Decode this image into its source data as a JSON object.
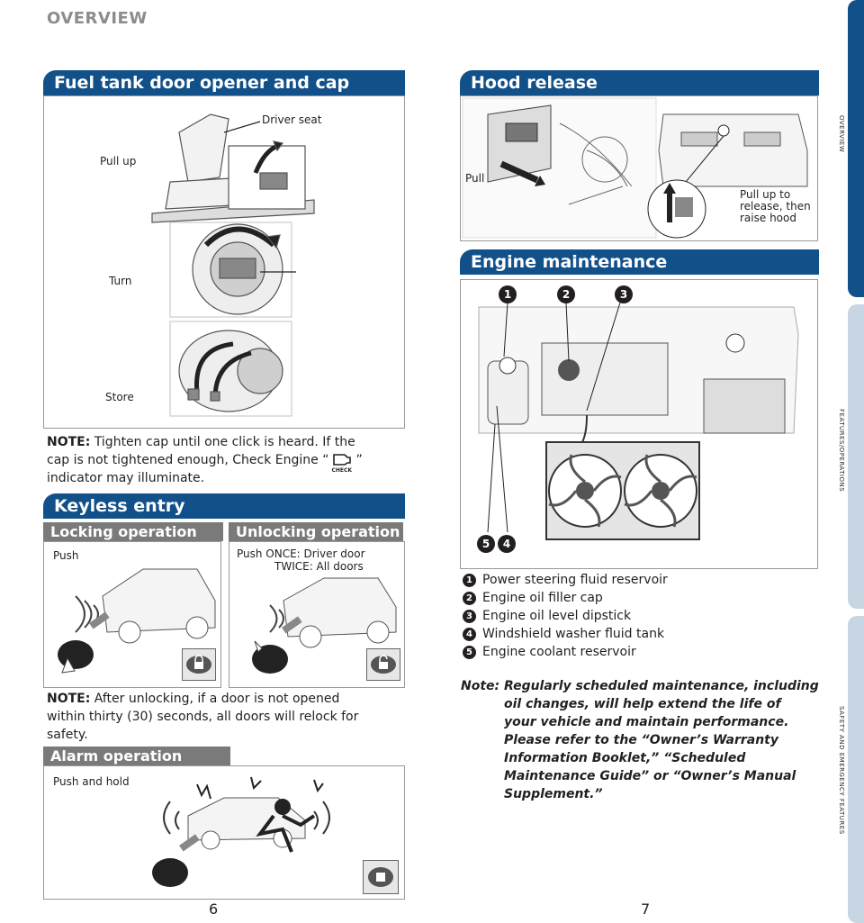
{
  "header": {
    "title": "OVERVIEW"
  },
  "fuel": {
    "title": "Fuel tank door opener and cap",
    "labels": {
      "driver_seat": "Driver seat",
      "pull_up": "Pull up",
      "turn": "Turn",
      "store": "Store"
    },
    "note": {
      "prefix": "NOTE:",
      "line1": "Tighten cap until one click is heard. If the",
      "line2a": "cap is not tightened enough, Check Engine “",
      "check_label": "CHECK",
      "line2b": "”",
      "line3": "indicator may illuminate."
    }
  },
  "keyless": {
    "title": "Keyless entry",
    "locking": {
      "title": "Locking operation",
      "label": "Push"
    },
    "unlocking": {
      "title": "Unlocking operation",
      "label_line1": "Push ONCE: Driver door",
      "label_line2": "TWICE: All doors"
    },
    "note": {
      "prefix": "NOTE:",
      "line1": "After unlocking, if a door is not opened",
      "line2": "within thirty (30) seconds, all doors will relock for",
      "line3": "safety."
    },
    "alarm": {
      "title": "Alarm operation",
      "label": "Push and hold"
    }
  },
  "hood": {
    "title": "Hood release",
    "labels": {
      "pull": "Pull",
      "pull_up_1": "Pull up to",
      "pull_up_2": "release, then",
      "pull_up_3": "raise hood"
    }
  },
  "engine": {
    "title": "Engine maintenance",
    "callouts": [
      "1",
      "2",
      "3",
      "4",
      "5"
    ],
    "items": [
      {
        "num": "1",
        "label": "Power steering fluid reservoir"
      },
      {
        "num": "2",
        "label": "Engine oil filler cap"
      },
      {
        "num": "3",
        "label": "Engine oil level dipstick"
      },
      {
        "num": "4",
        "label": "Windshield washer fluid tank"
      },
      {
        "num": "5",
        "label": "Engine coolant reservoir"
      }
    ],
    "note": {
      "line1": "Note: Regularly scheduled maintenance, including",
      "line2": "oil changes, will help extend the life of",
      "line3": "your vehicle and maintain performance.",
      "line4": "Please refer to the “Owner’s Warranty",
      "line5": "Information Booklet,” “Scheduled",
      "line6": "Maintenance Guide” or “Owner’s Manual",
      "line7": "Supplement.”"
    }
  },
  "side_tabs": [
    {
      "label": "OVERVIEW",
      "color": "#12508a"
    },
    {
      "label": "FEATURES/OPERATIONS",
      "color": "#c8d6e3"
    },
    {
      "label": "SAFETY AND EMERGENCY FEATURES",
      "color": "#c8d6e3"
    }
  ],
  "page_numbers": {
    "left": "6",
    "right": "7"
  }
}
